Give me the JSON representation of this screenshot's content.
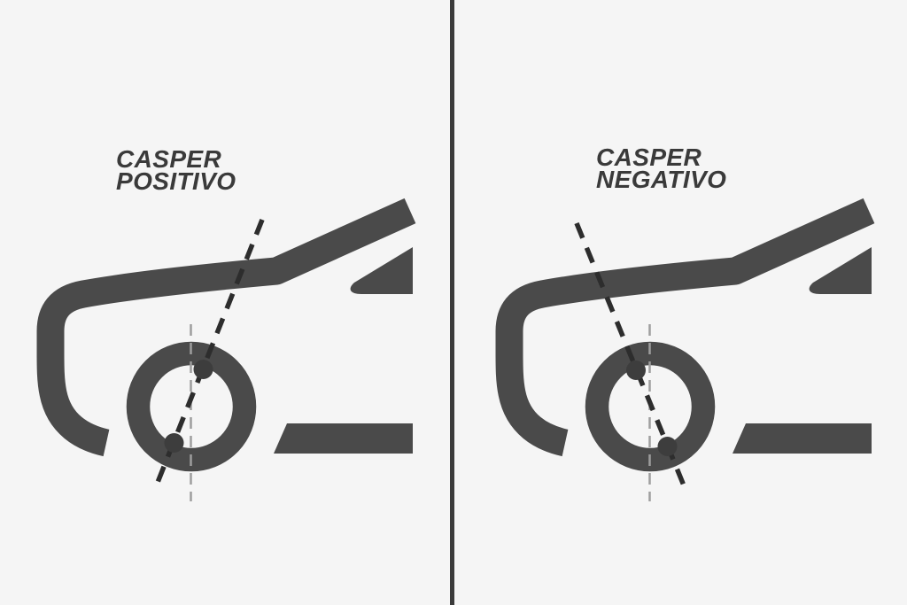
{
  "page": {
    "background_color": "#f5f5f5",
    "divider_color": "#3b3b3b"
  },
  "colors": {
    "car_body": "#4a4a4a",
    "steering_axis_line": "#2d2d2d",
    "vertical_reference_line": "#9e9e9e",
    "pivot_dot": "#3d3d3d",
    "label_text": "#3a3a3a"
  },
  "panels": [
    {
      "label_line1": "CASPER",
      "label_line2": "POSITIVO",
      "steering_axis_tilt": "top-tilted-right"
    },
    {
      "label_line1": "CASPER",
      "label_line2": "NEGATIVO",
      "steering_axis_tilt": "top-tilted-left"
    }
  ]
}
